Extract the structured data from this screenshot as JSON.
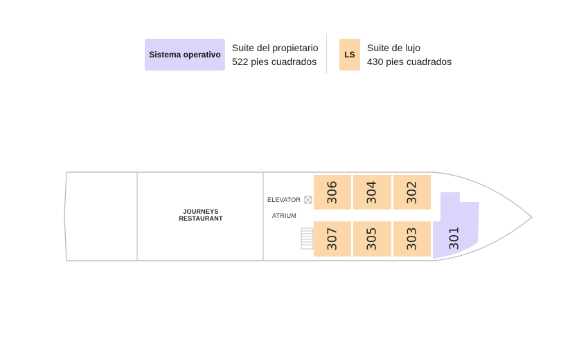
{
  "legend": {
    "owners_suite": {
      "badge": "Sistema operativo",
      "name": "Suite del propietario",
      "size": "522 pies cuadrados",
      "color": "#dcd5fb"
    },
    "luxury_suite": {
      "badge": "LS",
      "name": "Suite de lujo",
      "size": "430 pies cuadrados",
      "color": "#fcd7a9"
    }
  },
  "deck": {
    "restaurant": [
      "JOURNEYS",
      "RESTAURANT"
    ],
    "elevator": "ELEVATOR",
    "atrium": "ATRIUM",
    "cabins_top": [
      "306",
      "304",
      "302"
    ],
    "cabins_bottom": [
      "307",
      "305",
      "303"
    ],
    "owners_cabin": "301"
  }
}
